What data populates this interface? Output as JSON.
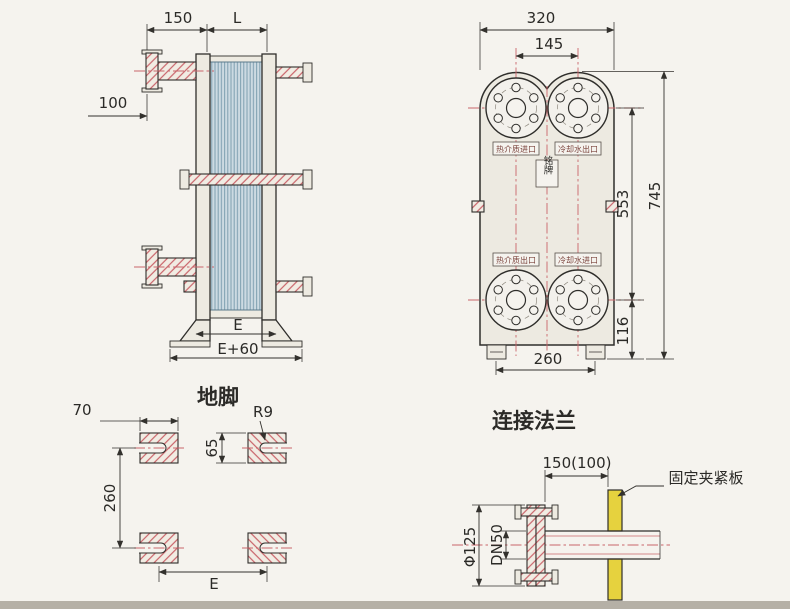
{
  "colors": {
    "paper": "#f5f3ee",
    "ink": "#2f2e2b",
    "accent_red": "#c9646a",
    "plate_pack_blue": "#ccdae2",
    "clamp_plate_yellow": "#e6d23e"
  },
  "side": {
    "dim_150": "150",
    "dim_l": "L",
    "dim_100": "100",
    "dim_e": "E",
    "dim_e_plus_60": "E+60"
  },
  "front": {
    "dim_320": "320",
    "dim_145": "145",
    "dim_553": "553",
    "dim_745": "745",
    "dim_116": "116",
    "dim_260": "260",
    "nameplate": "铭牌",
    "port_top_left": "热介质进口",
    "port_top_right": "冷却水出口",
    "port_bottom_left": "热介质出口",
    "port_bottom_right": "冷却水进口"
  },
  "foot": {
    "title": "地脚",
    "dim_70": "70",
    "radius_r9": "R9",
    "dim_65": "65",
    "dim_260": "260",
    "dim_e": "E"
  },
  "flange": {
    "title": "连接法兰",
    "dim_150_100": "150(100)",
    "clamp_plate_label": "固定夹紧板",
    "dim_phi125": "Φ125",
    "dim_dn50": "DN50"
  }
}
